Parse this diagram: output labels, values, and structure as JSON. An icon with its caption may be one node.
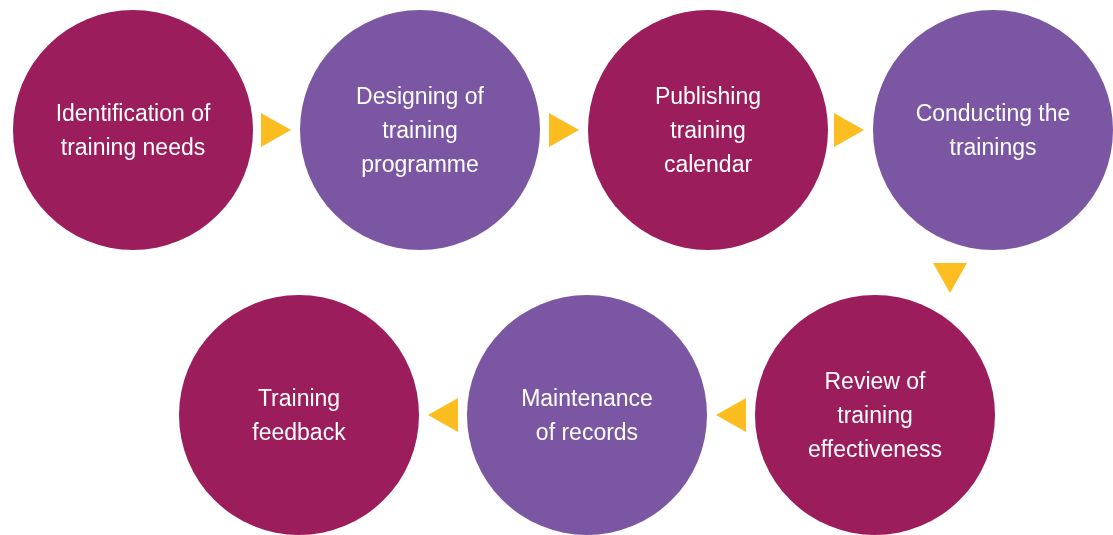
{
  "diagram": {
    "nodes": [
      {
        "text": [
          "Identification of training needs"
        ]
      },
      {
        "text": [
          "Designing of training programme"
        ]
      },
      {
        "text": [
          "Publishing training calendar"
        ]
      },
      {
        "text": [
          "Conducting the trainings"
        ]
      },
      {
        "text": [
          "Review of training effectiveness"
        ]
      },
      {
        "text": [
          "Maintenance of records"
        ]
      },
      {
        "text": [
          "Training feedback"
        ]
      }
    ],
    "edges": [
      {
        "from": 0,
        "to": 1,
        "arrow": "to"
      },
      {
        "from": 1,
        "to": 2,
        "arrow": "to"
      },
      {
        "from": 2,
        "to": 3,
        "arrow": "to"
      },
      {
        "from": 3,
        "to": 4,
        "arrow": "to"
      },
      {
        "from": 4,
        "to": 5,
        "arrow": "to"
      },
      {
        "from": 5,
        "to": 6,
        "arrow": "to"
      }
    ]
  }
}
